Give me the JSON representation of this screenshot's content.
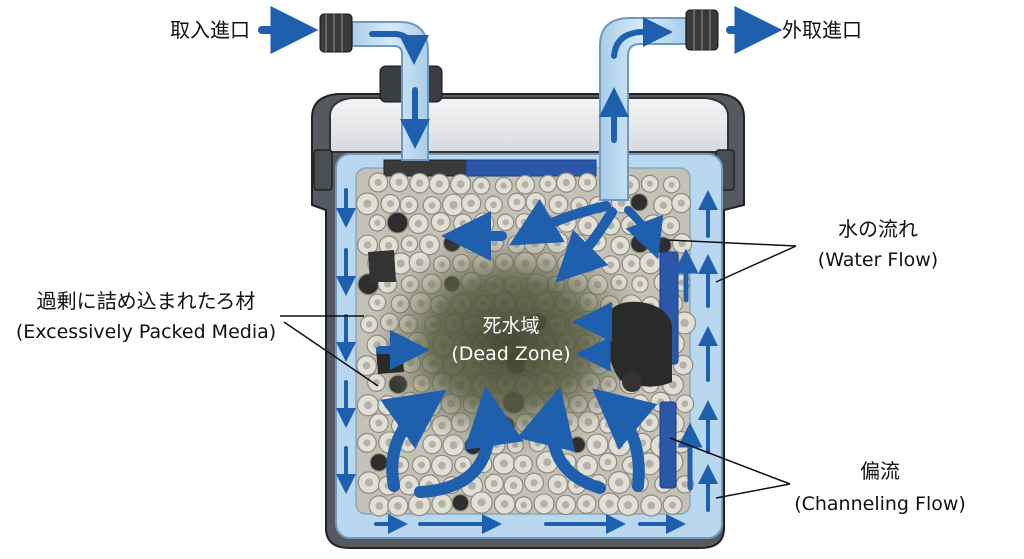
{
  "labels": {
    "inlet": "取入進口",
    "outlet": "外取進口",
    "water_flow_ja": "水の流れ",
    "water_flow_en": "(Water Flow)",
    "packed_media_ja": "過剰に詰め込まれたろ材",
    "packed_media_en": "(Excessively Packed Media)",
    "dead_zone_ja": "死水域",
    "dead_zone_en": "(Dead Zone)",
    "channeling_ja": "偏流",
    "channeling_en": "(Channeling Flow)"
  },
  "colors": {
    "flow_arrow": "#1e5fae",
    "water": "#b9d8ef",
    "canister_shell": "#555a60",
    "lid": "#e6e8ea",
    "dead_zone": "#4d5238",
    "media_ring": "#dedbd2",
    "sponge": "#2b57a8",
    "charcoal": "#2a2a2a"
  }
}
